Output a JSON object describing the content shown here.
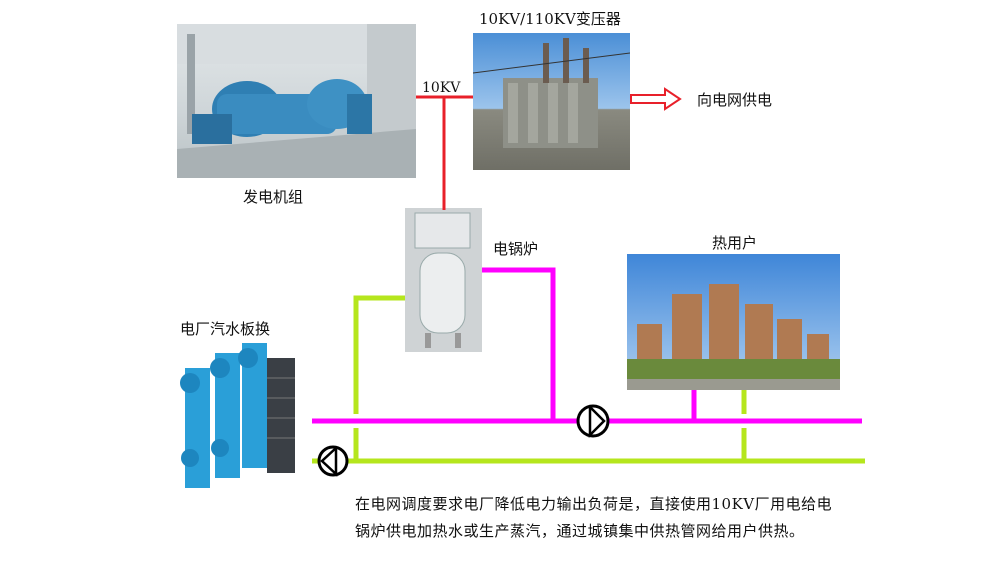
{
  "labels": {
    "transformer": "10KV/110KV变压器",
    "line_voltage": "10KV",
    "grid_supply": "向电网供电",
    "generator": "发电机组",
    "boiler": "电锅炉",
    "heat_user": "热用户",
    "plate_exchanger": "电厂汽水板换"
  },
  "description": "在电网调度要求电厂降低电力输出负荷是，直接使用10KV厂用电给电锅炉供电加热水或生产蒸汽，通过城镇集中供热管网给用户供热。",
  "colors": {
    "power_line": "#e8202a",
    "hot_pipe": "#ff00ff",
    "return_pipe": "#b5e61d",
    "arrow": "#e8202a"
  }
}
